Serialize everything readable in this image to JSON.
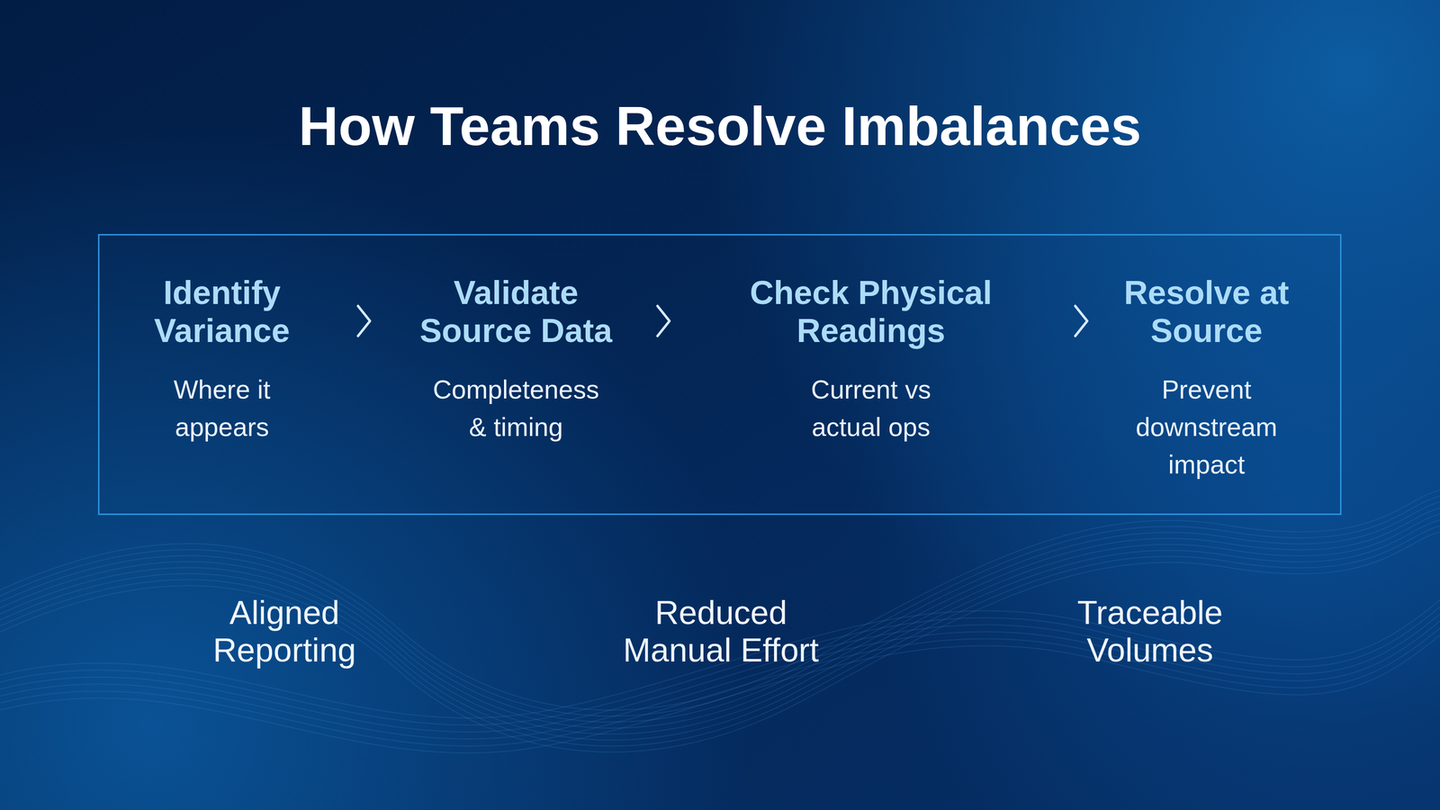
{
  "diagram": {
    "title": "How Teams Resolve Imbalances",
    "nodes": [
      {
        "text": []
      },
      {
        "text": [
          "Identify Variance",
          "Where it appears"
        ],
        "in": 0
      },
      {
        "text": [
          "Validate Source Data",
          "Completeness & timing"
        ],
        "in": 0
      },
      {
        "text": [
          "Check Physical Readings",
          "Current vs actual ops"
        ],
        "in": 0
      },
      {
        "text": [
          "Resolve at Source",
          "Prevent downstream impact"
        ],
        "in": 0
      }
    ],
    "edges": [
      {
        "from": 1,
        "to": 2,
        "arrow": "to"
      },
      {
        "from": 2,
        "to": 3,
        "arrow": "to"
      },
      {
        "from": 3,
        "to": 4,
        "arrow": "to"
      }
    ],
    "labels": [
      "Aligned Reporting",
      "Reduced Manual Effort",
      "Traceable Volumes"
    ]
  }
}
